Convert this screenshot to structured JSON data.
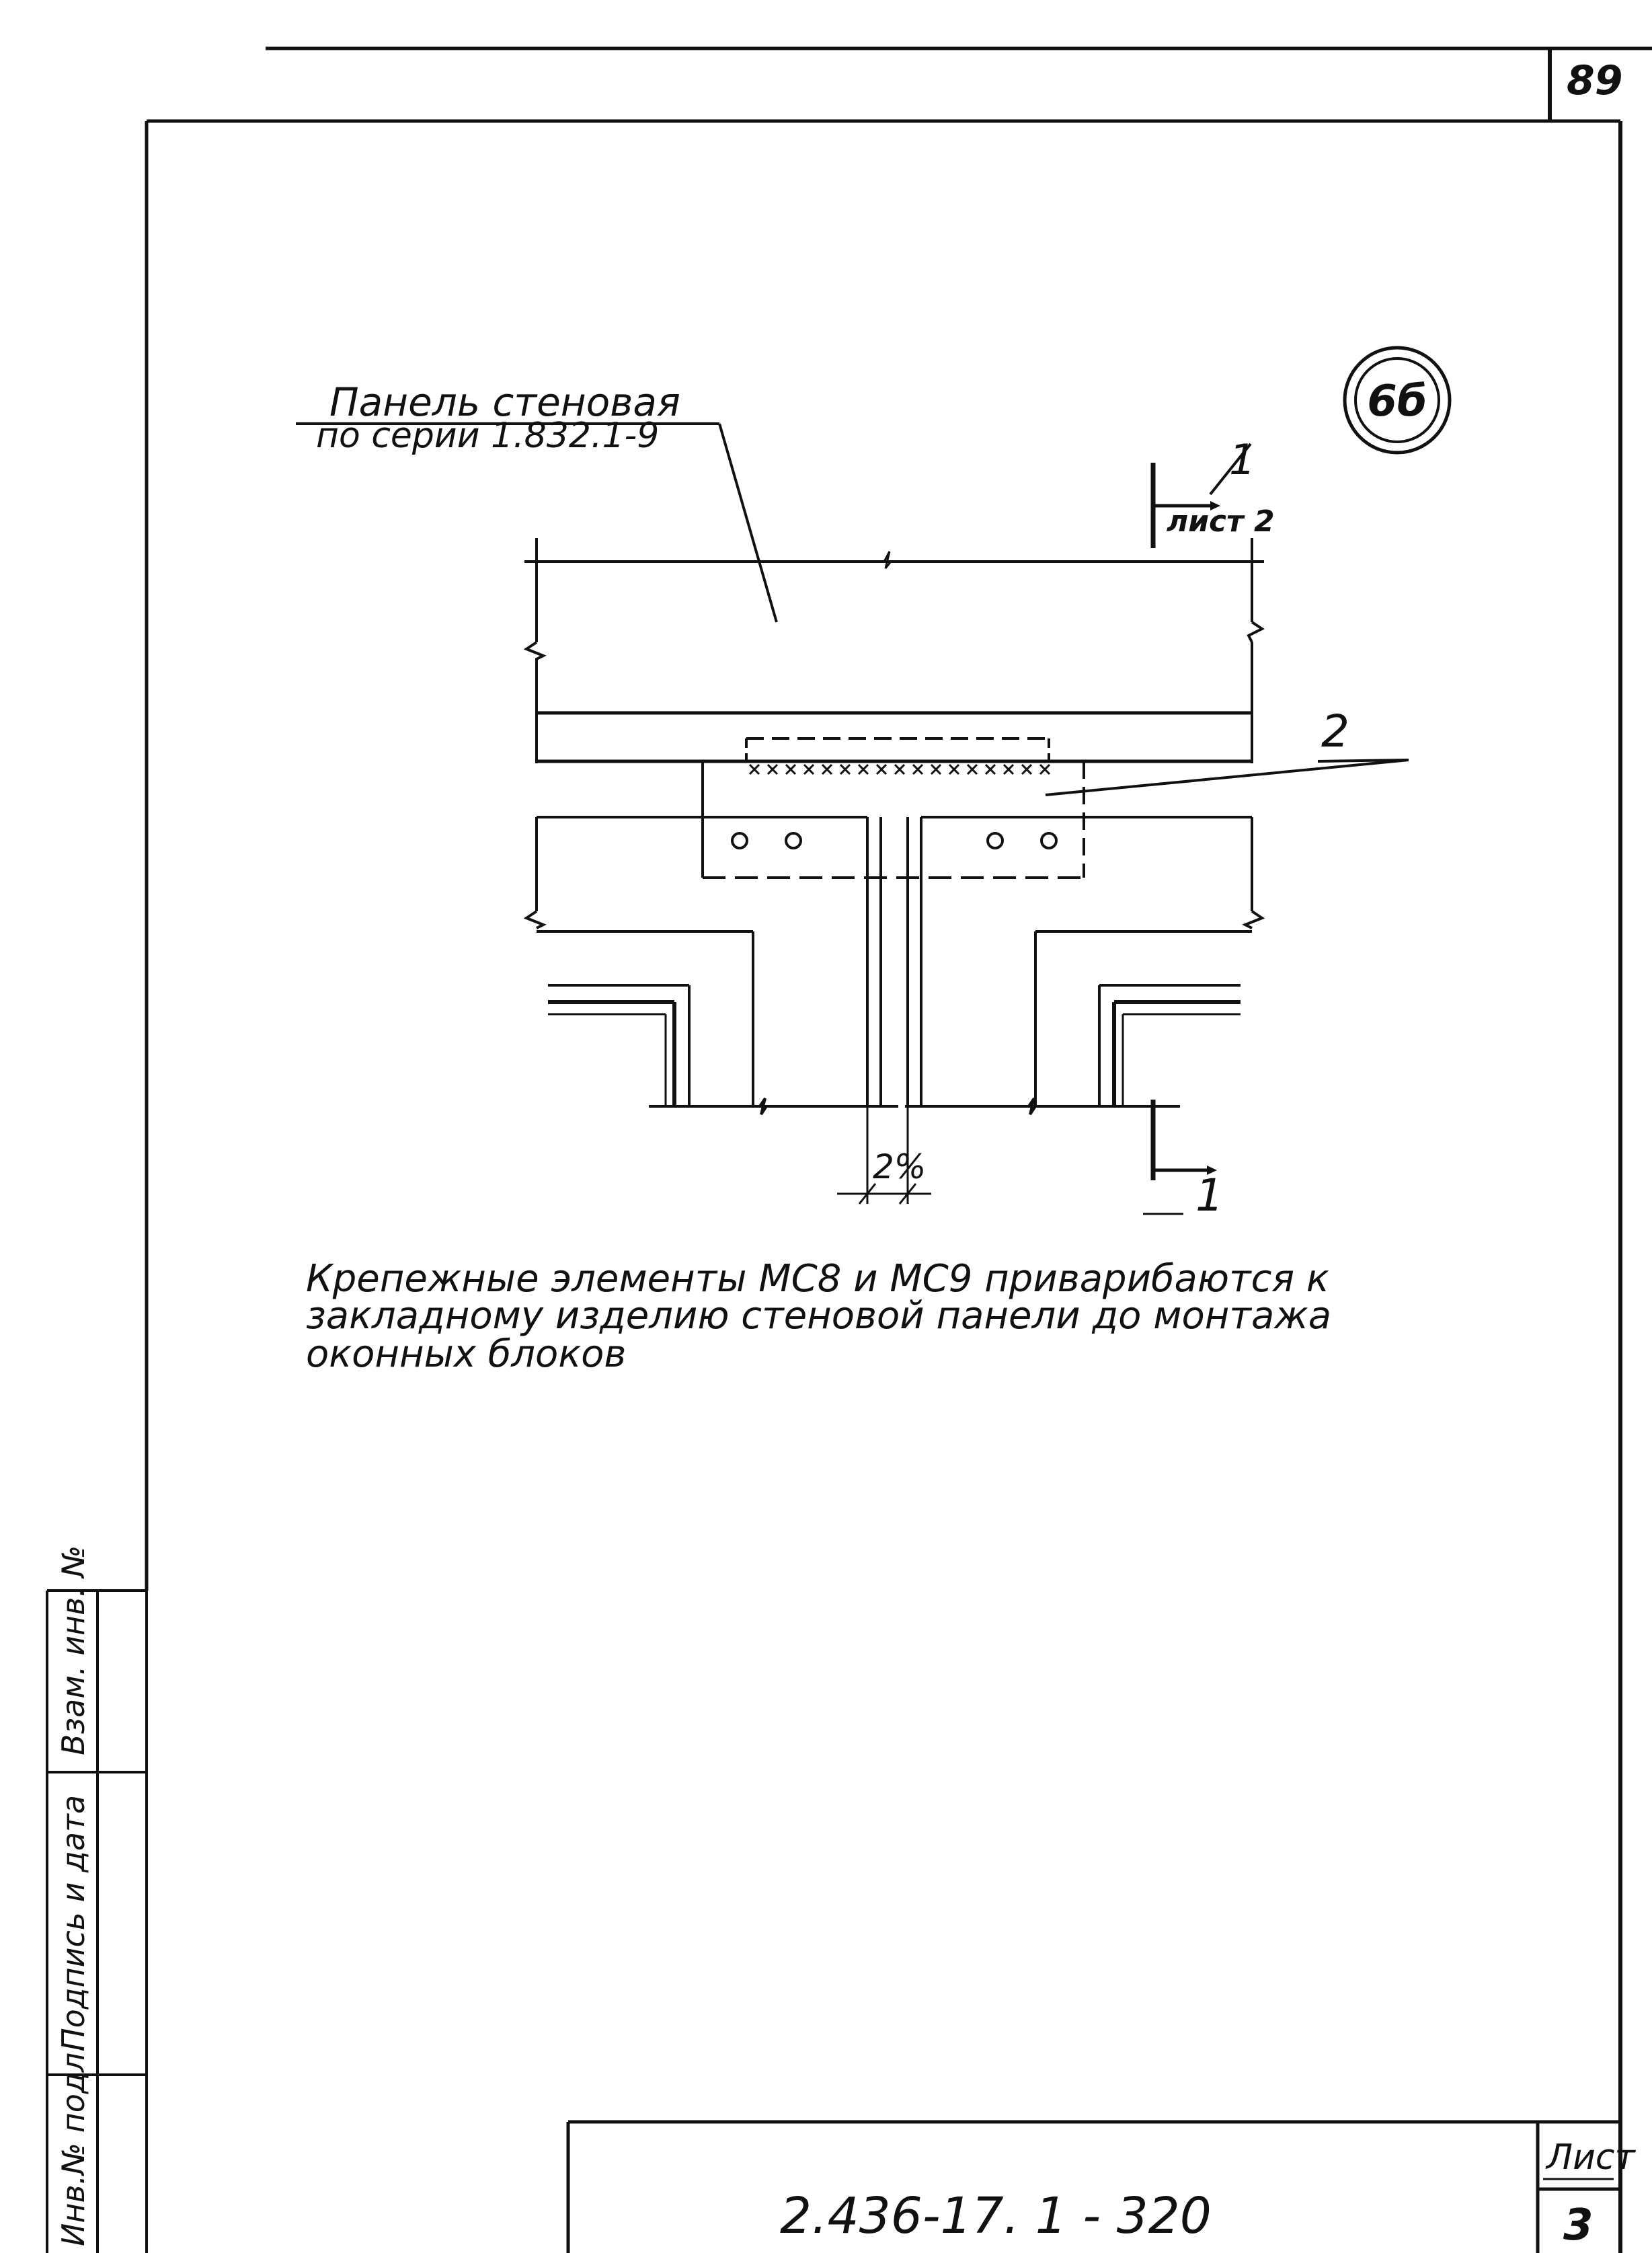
{
  "page": {
    "page_number": "89",
    "node_mark": "6б"
  },
  "drawing": {
    "callout_panel_line1": "Панель стеновая",
    "callout_panel_line2": "по серии 1.832.1-9",
    "section_label_top": "1",
    "section_sheet_ref": "лист 2",
    "section_label_bottom": "1",
    "item_label": "2",
    "dimension_gap": "2%"
  },
  "note": {
    "line1": "Крепежные  элементы  МС8  и  МС9  приварибаются  к",
    "line2": "закладному  изделию  стеновой  панели  до  монтажа",
    "line3": "оконных  блоков"
  },
  "side_stamp": {
    "col1": "Инв.№ подл.",
    "col2": "Подпись и дата",
    "col3": "Взам. инв. №"
  },
  "title_block": {
    "doc_code": "2.436-17. 1 - 320",
    "sheet_label": "Лист",
    "sheet_number": "3"
  }
}
